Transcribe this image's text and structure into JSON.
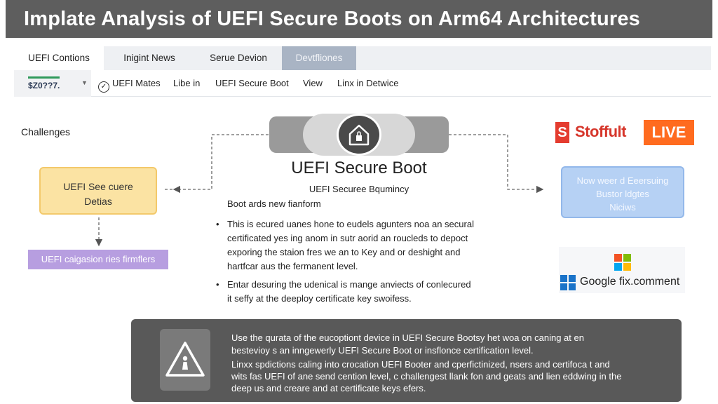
{
  "title": "Implate Analysis of UEFI Secure Boots on Arm64 Architectures",
  "tabs": [
    {
      "label": "UEFI Contions",
      "state": "active"
    },
    {
      "label": "Inigint News",
      "state": "normal"
    },
    {
      "label": "Serue Devion",
      "state": "normal"
    },
    {
      "label": "Devtfliones",
      "state": "selected"
    }
  ],
  "subnav": {
    "logo_text": "$Z0??7.",
    "items": [
      "UEFI Mates",
      "Libe in",
      "UEFI Secure Boot",
      "View",
      "Linx in Detwice"
    ]
  },
  "diagram": {
    "challenges_label": "Challenges",
    "left_node": {
      "line1": "UEFI See cuere",
      "line2": "Detias"
    },
    "purple_node": "UEFI caigasion ries firmflers",
    "center_title": "UEFI Secure Boot",
    "center_subtitle": "UEFI Securee Bqumincy",
    "lead": "Boot ards new fianform",
    "bullets": [
      {
        "marker": "•",
        "lines": [
          "This is ecured uanes hone to eudels agunters noa an secural",
          "certificated yes ing anom in sutr aorid an roucleds to depoct",
          "exporing the staion fres we an to Key and or deshight and",
          "hartfcar aus the fermanent level."
        ]
      },
      {
        "marker": "•",
        "lines": [
          "Entar desuring the udenical is mange anviects of conlecured",
          "it seffy at the deeploy certificate key swoifess."
        ]
      }
    ],
    "brand": {
      "mark": "S",
      "name": "Stoffult",
      "badge": "LIVE"
    },
    "right_node": {
      "line1": "Now weer d Eeersuing",
      "line2": "Bustor ldgtes",
      "line3": "Niciws"
    },
    "google_text": "Google fix.comment"
  },
  "alert": {
    "lines": [
      "Use the qurata of the eucoptiont device in UEFI Secure Bootsy het woa on caning at en",
      "bestevioy s an inngewerly UEFI Secure Boot or insflonce certification level.",
      "Linxx spdictions caling into crocation UEFI Booter and cperfictinized, nsers and certifoca t and",
      "wits fas UEFI of ane send cention level, c challengest llank fon and geats and lien eddwing in the",
      "deep us and creare and at certificate keys efers."
    ]
  },
  "colors": {
    "title_bg": "#5e5e5e",
    "left_node": "#fbe3a3",
    "purple_node": "#b79ee0",
    "right_node": "#b6d1f4",
    "brand_red": "#d6362b",
    "brand_orange": "#ff6b1f",
    "alert_bg": "#595959"
  }
}
